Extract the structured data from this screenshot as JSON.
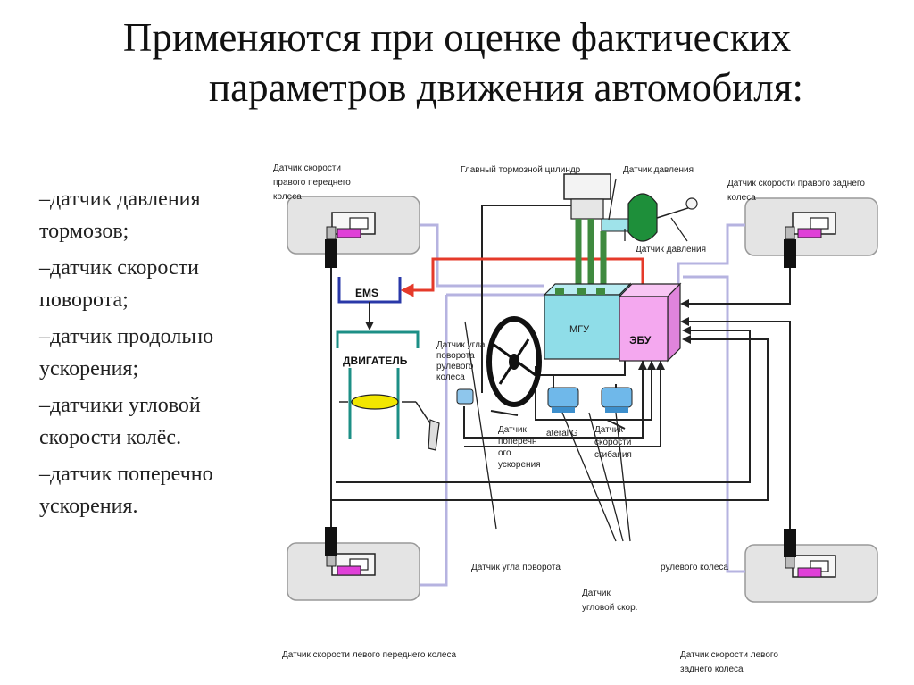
{
  "title": {
    "line1": "Применяются при оценке фактических",
    "line2": "параметров движения автомобиля:"
  },
  "bullets": [
    "–датчик давления тормозов;",
    "–датчик скорости поворота;",
    "–датчик продольно ускорения;",
    "–датчики угловой скорости колёс.",
    "–датчик поперечно ускорения."
  ],
  "diagram": {
    "labels": {
      "fr_wheel_1": "Датчик   скорости",
      "fr_wheel_2": "правого переднего",
      "fr_wheel_3": "колеса",
      "master_cyl": "Главный тормозной цилиндр",
      "pressure_top": "Датчик давления",
      "rr_wheel_1": "Датчик скорости правого заднего",
      "rr_wheel_2": "колеса",
      "pressure_side": "Датчик давления",
      "ems": "EMS",
      "engine": "ДВИГАТЕЛЬ",
      "mgu": "МГУ",
      "ecu": "ЭБУ",
      "steer_1": "Датчик угла",
      "steer_2": "поворота",
      "steer_3": "рулевого",
      "steer_4": "колеса",
      "lat_1": "Датчик",
      "lat_2": "поперечн",
      "lat_3": "ого",
      "lat_4": "ускорения",
      "lateral_g": "ateral G",
      "yaw_1": "Датчик",
      "yaw_2": "скорости",
      "yaw_3": "сгибания",
      "steer_angle": "Датчик угла поворота",
      "steer_wheel": "рулевого колеса",
      "ang_1": "Датчик",
      "ang_2": "угловой скор.",
      "fl_wheel": "Датчик скорости левого переднего колеса",
      "rl_1": "Датчик      скорости      левого",
      "rl_2": "заднего колеса"
    }
  },
  "colors": {
    "wire": "#222222",
    "brake_line": "#e53a2a",
    "hydraulic": "#3f8a3f",
    "lavender": "#b6b3e0",
    "mgu_fill": "#8fdde8",
    "ecu_fill": "#f4a8ef",
    "ems_blue": "#2a38a8",
    "engine_teal": "#1c8f86"
  }
}
